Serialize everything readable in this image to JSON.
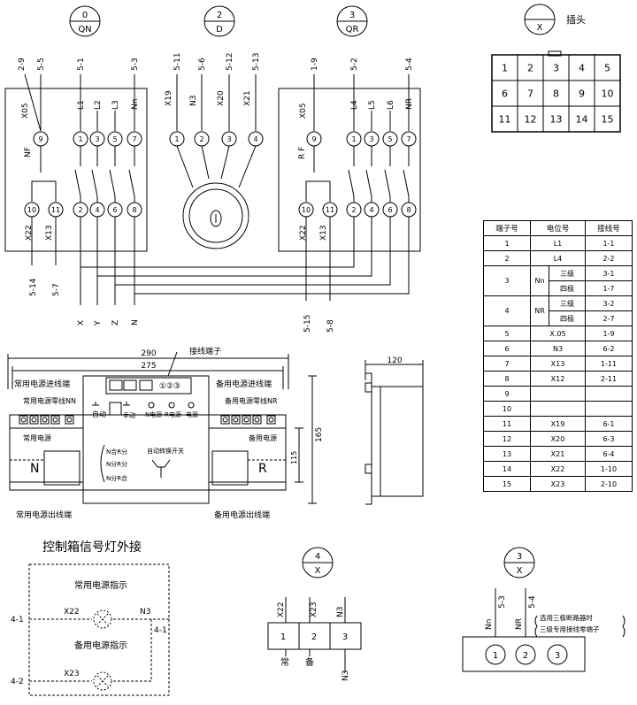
{
  "top_labels": [
    {
      "num": "0",
      "sub": "QN"
    },
    {
      "num": "2",
      "sub": "D"
    },
    {
      "num": "3",
      "sub": "QR"
    },
    {
      "num": "",
      "sub": "X"
    }
  ],
  "plug_label": "插头",
  "plug_grid": [
    "1",
    "2",
    "3",
    "4",
    "5",
    "6",
    "7",
    "8",
    "9",
    "10",
    "11",
    "12",
    "13",
    "14",
    "15"
  ],
  "wire_codes_top_qn": [
    "2-9",
    "5-5",
    "5-1",
    "5-3"
  ],
  "wire_codes_top_d": [
    "5-11",
    "5-6",
    "5-12",
    "5-13"
  ],
  "wire_codes_top_qr": [
    "1-9",
    "5-2",
    "5-4"
  ],
  "qn_labels": [
    "X05",
    "L1",
    "L2",
    "L3",
    "Nn",
    "NF",
    "X22",
    "X13"
  ],
  "d_labels": [
    "X19",
    "N3",
    "X20",
    "X21"
  ],
  "qr_labels": [
    "X05",
    "L4",
    "L5",
    "L6",
    "NR",
    "R F",
    "X22",
    "X13"
  ],
  "terminal_nums_top": [
    "9",
    "1",
    "3",
    "5",
    "7"
  ],
  "terminal_nums_bot": [
    "10",
    "11",
    "2",
    "4",
    "6",
    "8"
  ],
  "d_terminal_nums": [
    "1",
    "2",
    "3",
    "4"
  ],
  "bottom_codes": [
    "5-14",
    "5-7",
    "5-15",
    "5-8"
  ],
  "phase_labels": [
    "X",
    "Y",
    "Z",
    "N"
  ],
  "table": {
    "headers": [
      "端子号",
      "电位号",
      "接线号"
    ],
    "rows": [
      [
        "1",
        "L1",
        "1-1"
      ],
      [
        "2",
        "L4",
        "2-2"
      ],
      [
        "3",
        "Nn",
        "三级",
        "3-1",
        "四极",
        "1-7"
      ],
      [
        "4",
        "NR",
        "三级",
        "3-2",
        "四极",
        "2-7"
      ],
      [
        "5",
        "X.05",
        "1-9"
      ],
      [
        "6",
        "N3",
        "6-2"
      ],
      [
        "7",
        "X13",
        "1-11"
      ],
      [
        "8",
        "X12",
        "2-11"
      ],
      [
        "9",
        "",
        ""
      ],
      [
        "10",
        "",
        ""
      ],
      [
        "11",
        "X19",
        "6-1"
      ],
      [
        "12",
        "X20",
        "6-3"
      ],
      [
        "13",
        "X21",
        "6-4"
      ],
      [
        "14",
        "X22",
        "1-10"
      ],
      [
        "15",
        "X23",
        "2-10"
      ]
    ]
  },
  "device": {
    "dim_290": "290",
    "dim_275": "275",
    "dim_120": "120",
    "dim_165": "165",
    "dim_115": "115",
    "terminal_block_label": "接线端子",
    "common_in": "常用电源进线端",
    "backup_in": "备用电源进线端",
    "common_neutral": "常用电源零线NN",
    "backup_neutral": "备用电源零线NR",
    "common_power": "常用电源",
    "backup_power": "备用电源",
    "n_letter": "N",
    "r_letter": "R",
    "auto": "自动",
    "manual": "手动",
    "n_source": "N电源",
    "r_source": "R电源",
    "power": "电源",
    "n_on_r_off": "N合R分",
    "n_off_r_off": "N分R分",
    "n_off_r_on": "N分R合",
    "ats_switch": "自动转换开关",
    "common_out": "常用电源出线端",
    "backup_out": "备用电源出线端",
    "terminal_nums": "①②③"
  },
  "signal_box": {
    "title": "控制箱信号灯外接",
    "common_ind": "常用电源指示",
    "backup_ind": "备用电源指示",
    "x22": "X22",
    "x23": "X23",
    "n3": "N3",
    "w41": "4-1",
    "w41b": "4-1",
    "w42": "4-2"
  },
  "x4": {
    "num": "4",
    "sub": "X",
    "top": [
      "X22",
      "X23",
      "N3"
    ],
    "cells": [
      "1",
      "2",
      "3"
    ],
    "bottom": [
      "常",
      "备",
      "N3"
    ]
  },
  "x3": {
    "num": "3",
    "sub": "X",
    "labels": [
      "Nn",
      "5-3",
      "NR",
      "5-4"
    ],
    "cells": [
      "1",
      "2",
      "3"
    ],
    "note1": "选用三极断路器时",
    "note2": "三级专用接线零端子"
  }
}
